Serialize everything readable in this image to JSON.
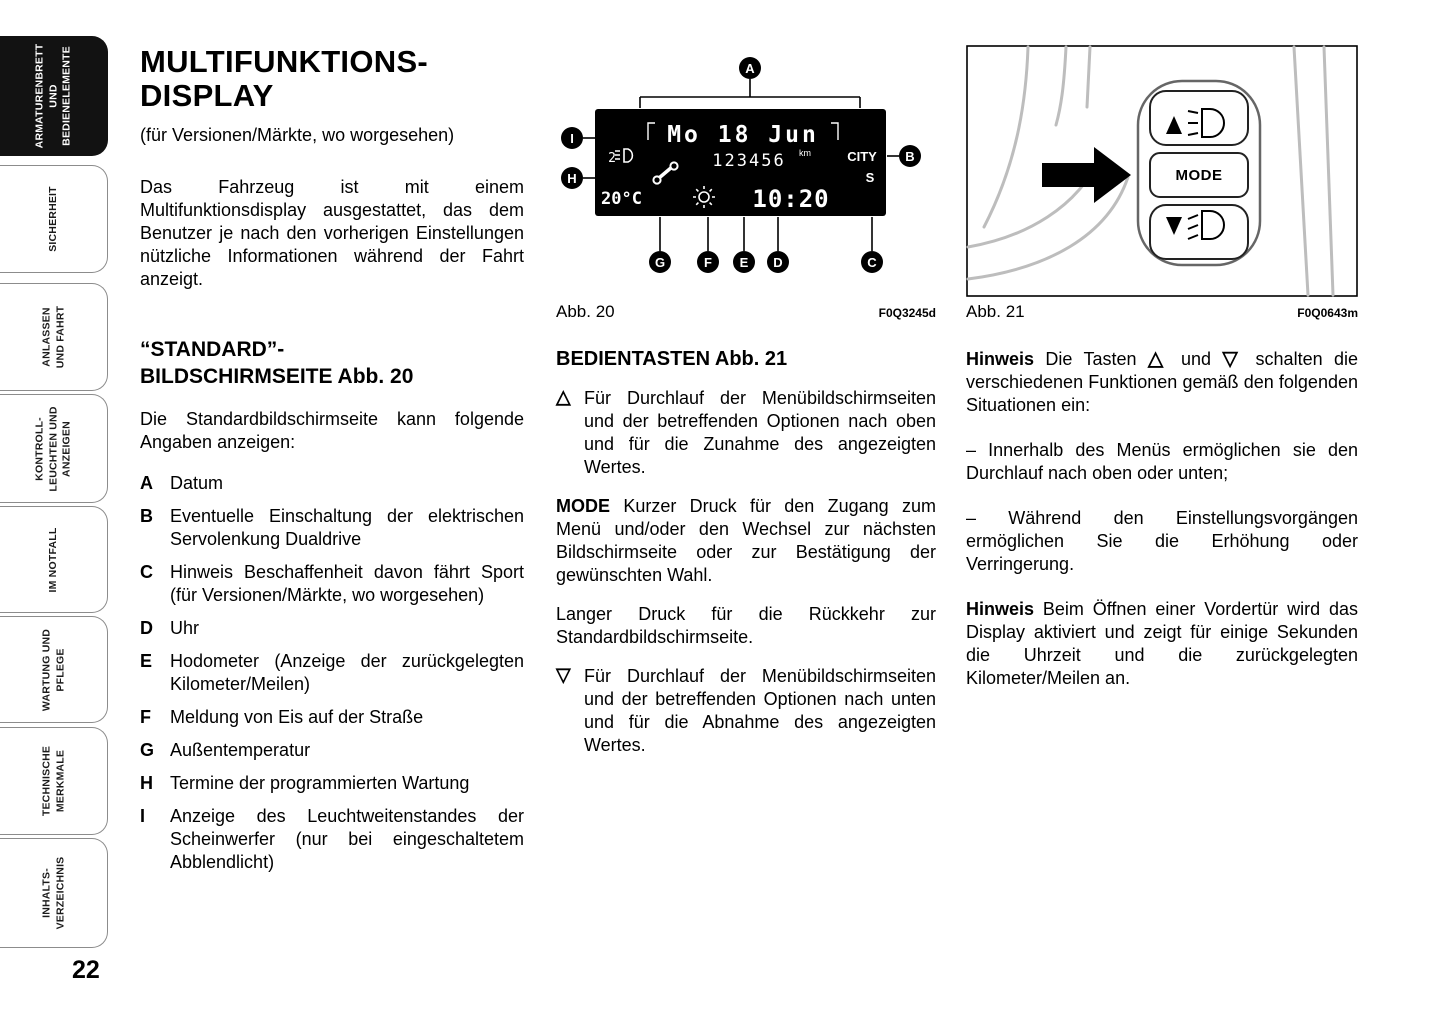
{
  "sidebar": {
    "tabs": [
      {
        "label": "ARMATURENBRETT\nUND\nBEDIENELEMENTE"
      },
      {
        "label": "SICHERHEIT"
      },
      {
        "label": "ANLASSEN\nUND FAHRT"
      },
      {
        "label": "KONTROLL-\nLEUCHTEN UND\nANZEIGEN"
      },
      {
        "label": "IM NOTFALL"
      },
      {
        "label": "WARTUNG UND\nPFLEGE"
      },
      {
        "label": "TECHNISCHE\nMERKMALE"
      },
      {
        "label": "INHALTS-\nVERZEICHNIS"
      }
    ],
    "page_number": "22"
  },
  "intro": {
    "title": "MULTIFUNKTIONS-\nDISPLAY",
    "subtitle": "(für Versionen/Märkte, wo worgesehen)",
    "body": "Das Fahrzeug ist mit einem Multifunktionsdisplay ausgestattet, das dem Benutzer je nach den vorherigen Einstellungen nützliche Informationen während der Fahrt anzeigt."
  },
  "standard_section": {
    "heading": "“STANDARD”-\nBILDSCHIRMSEITE Abb. 20",
    "body": "Die Standardbildschirmseite kann folgende Angaben anzeigen:",
    "items": [
      {
        "key": "A",
        "text": "Datum"
      },
      {
        "key": "B",
        "text": "Eventuelle Einschaltung der elektrischen Servolenkung Dualdrive"
      },
      {
        "key": "C",
        "text": "Hinweis Beschaffenheit davon fährt Sport (für Versionen/Märkte, wo worgesehen)"
      },
      {
        "key": "D",
        "text": "Uhr"
      },
      {
        "key": "E",
        "text": "Hodometer (Anzeige der zurückgelegten Kilometer/Meilen)"
      },
      {
        "key": "F",
        "text": "Meldung von Eis auf der Straße"
      },
      {
        "key": "G",
        "text": "Außentemperatur"
      },
      {
        "key": "H",
        "text": "Termine der programmierten Wartung"
      },
      {
        "key": "I",
        "text": "Anzeige des Leuchtweitenstandes der Scheinwerfer (nur bei eingeschaltetem Abblendlicht)"
      }
    ]
  },
  "fig20": {
    "caption": "Abb. 20",
    "code": "F0Q3245d",
    "lcd": {
      "date": "Mo 18 Jun",
      "odometer": "123456",
      "unit": "km",
      "city": "CITY",
      "sport": "S",
      "level": "2",
      "temp": "20°C",
      "time": "10:20"
    },
    "callouts": {
      "a": "A",
      "b": "B",
      "c": "C",
      "d": "D",
      "e": "E",
      "f": "F",
      "g": "G",
      "h": "H",
      "i": "I"
    }
  },
  "fig21": {
    "caption": "Abb. 21",
    "code": "F0Q0643m",
    "mode_label": "MODE"
  },
  "controls_section": {
    "heading": "BEDIENTASTEN Abb. 21",
    "tri_up": "△",
    "tri_down": "▽",
    "up_text": "Für Durchlauf der Menübildschirmseiten und der betreffenden Optionen nach oben und für die Zunahme des angezeigten Wertes.",
    "mode_label": "MODE",
    "mode_text": "Kurzer Druck für den Zugang zum Menü und/oder den Wechsel zur nächsten Bildschirmseite oder zur Bestätigung der gewünschten Wahl.",
    "long_press_text": "Langer Druck für die Rückkehr zur Standardbildschirmseite.",
    "down_text": "Für Durchlauf der Menübildschirmseiten und der betreffenden Optionen nach unten und für die Abnahme des angezeigten Wertes."
  },
  "notes": {
    "note1_label": "Hinweis",
    "note1_pre": "Die Tasten",
    "tri_up": "△",
    "note1_mid": "und",
    "tri_down": "▽",
    "note1_post": "schalten die verschiedenen Funktionen gemäß den folgenden Situationen ein:",
    "bullet1": "– Innerhalb des Menüs ermöglichen sie den Durchlauf nach oben oder unten;",
    "bullet2": "– Während den Einstellungsvorgängen ermöglichen Sie die Erhöhung oder Verringerung.",
    "note2_label": "Hinweis",
    "note2_text": "Beim Öffnen einer Vordertür wird das Display aktiviert und zeigt für einige Sekunden die Uhrzeit und die zurückgelegten Kilometer/Meilen an."
  }
}
